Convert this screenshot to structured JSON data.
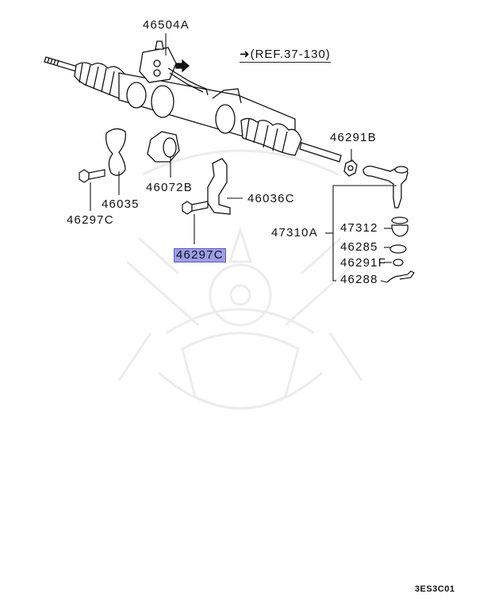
{
  "diagram": {
    "type": "parts-exploded-view",
    "subject": "Steering gear rack and tie rod end",
    "reference": {
      "arrow_icon": "arrow-right-icon",
      "text": "(REF.37-130)"
    },
    "figure_code": "3ES3C01",
    "highlight_color": "#9d9ee0",
    "parts": [
      {
        "id": "46504A",
        "label": "46504A"
      },
      {
        "id": "46291B",
        "label": "46291B"
      },
      {
        "id": "46035",
        "label": "46035"
      },
      {
        "id": "46072B",
        "label": "46072B"
      },
      {
        "id": "46036C",
        "label": "46036C"
      },
      {
        "id": "46297C-left",
        "label": "46297C"
      },
      {
        "id": "46297C-center",
        "label": "46297C",
        "highlighted": true
      },
      {
        "id": "47310A",
        "label": "47310A"
      },
      {
        "id": "47312",
        "label": "47312"
      },
      {
        "id": "46285",
        "label": "46285"
      },
      {
        "id": "46291F",
        "label": "46291F"
      },
      {
        "id": "46288",
        "label": "46288"
      }
    ],
    "assembly_group": {
      "parent": "47310A",
      "children": [
        "47312",
        "46285",
        "46291F",
        "46288"
      ]
    }
  }
}
